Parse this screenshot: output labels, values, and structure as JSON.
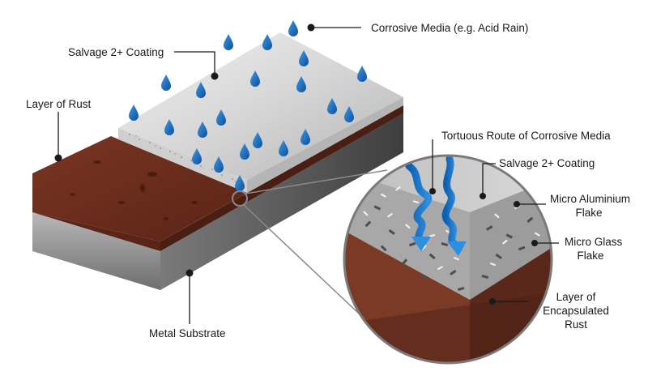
{
  "labels": {
    "corrosive_media": "Corrosive Media (e.g. Acid Rain)",
    "salvage_coating": "Salvage 2+ Coating",
    "layer_of_rust": "Layer of Rust",
    "tortuous_route": "Tortuous Route of Corrosive Media",
    "salvage_coating_detail": "Salvage 2+ Coating",
    "micro_aluminium": [
      "Micro Aluminium",
      "Flake"
    ],
    "micro_glass": [
      "Micro Glass",
      "Flake"
    ],
    "encapsulated_rust": [
      "Layer of",
      "Encapsulated",
      "Rust"
    ],
    "metal_substrate": "Metal Substrate"
  },
  "colors": {
    "rust": "#6b2d1c",
    "coating": "#c9c9c9",
    "metal": "#8f8f8f",
    "water_drop": "#1a73c2"
  }
}
